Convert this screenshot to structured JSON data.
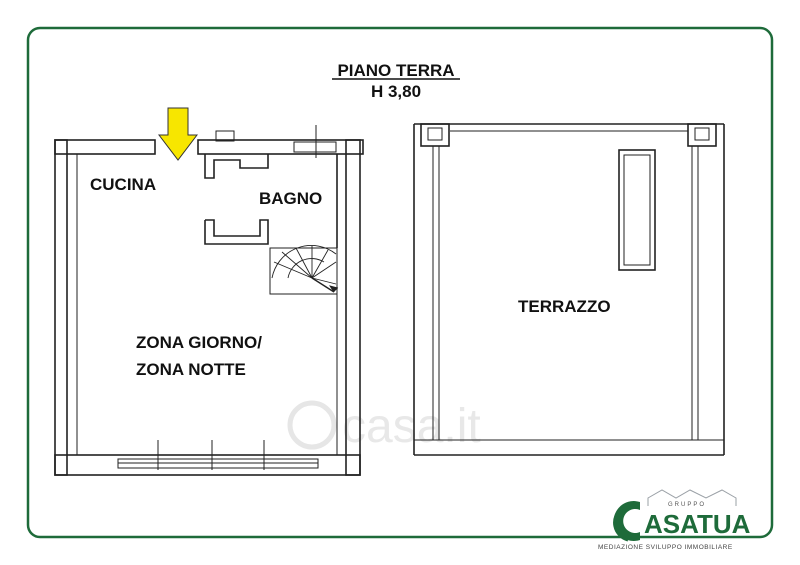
{
  "floor": {
    "title": "PIANO TERRA",
    "height": "H 3,80"
  },
  "rooms": {
    "kitchen": "CUCINA",
    "bathroom": "BAGNO",
    "living_line1": "ZONA GIORNO/",
    "living_line2": "ZONA NOTTE",
    "terrace": "TERRAZZO"
  },
  "watermark": "casa.it",
  "logo": {
    "gruppo": "GRUPPO",
    "name": "ASATUA",
    "tagline": "MEDIAZIONE SVILUPPO IMMOBILIARE",
    "color": "#1e6b3a"
  },
  "colors": {
    "frame": "#1e6b3a",
    "arrow": "#f7e600"
  }
}
